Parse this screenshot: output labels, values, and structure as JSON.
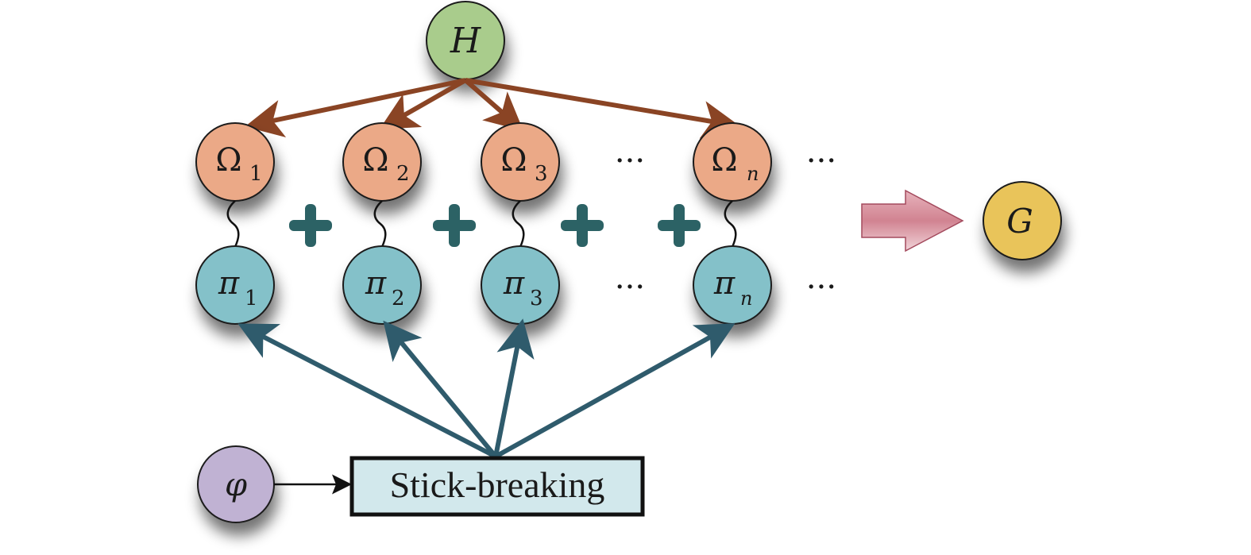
{
  "diagram": {
    "title": "Stick-breaking construction of a Dirichlet-process-like mixture",
    "colors": {
      "base_node": "#a9cc8c",
      "atom_node": "#eba987",
      "weight_node": "#84c1c9",
      "output_node": "#e9c45a",
      "param_node": "#c0b2d3",
      "stick_box": "#d2e8ec",
      "brown_arrow": "#8a4424",
      "teal_arrow": "#2f5b6c",
      "plus": "#2c6265",
      "big_arrow": "#d78b98"
    },
    "base_node": {
      "label": "H"
    },
    "output_node": {
      "label": "G"
    },
    "param_node": {
      "label": "φ"
    },
    "stick_breaking": {
      "label": "Stick-breaking"
    },
    "atoms": [
      {
        "symbol": "Ω",
        "sub": "1"
      },
      {
        "symbol": "Ω",
        "sub": "2"
      },
      {
        "symbol": "Ω",
        "sub": "3"
      },
      {
        "symbol": "Ω",
        "sub": "n"
      }
    ],
    "weights": [
      {
        "symbol": "π",
        "sub": "1"
      },
      {
        "symbol": "π",
        "sub": "2"
      },
      {
        "symbol": "π",
        "sub": "3"
      },
      {
        "symbol": "π",
        "sub": "n"
      }
    ],
    "ellipsis": "···",
    "plus": "+"
  }
}
